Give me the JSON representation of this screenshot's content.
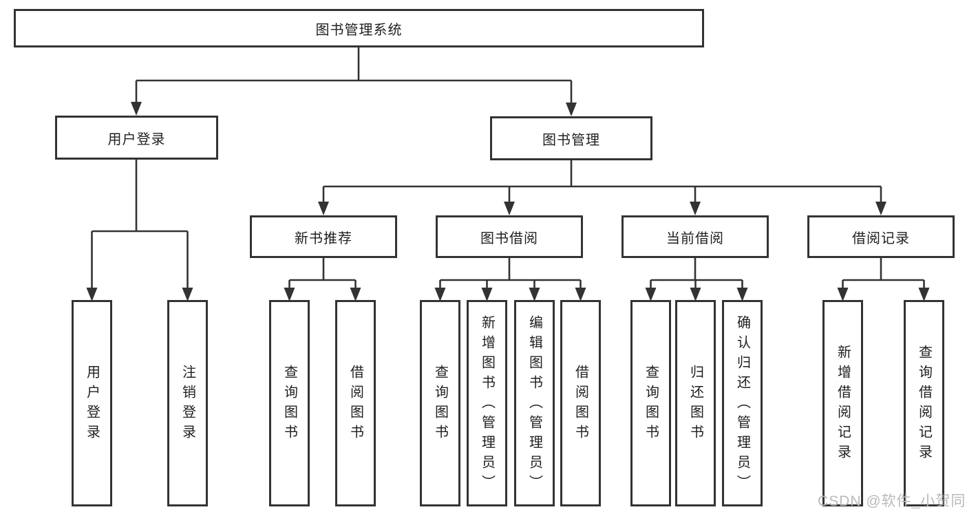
{
  "diagram": {
    "title": "图书管理系统",
    "level2": {
      "user_login": "用户登录",
      "book_mgmt": "图书管理"
    },
    "level3": {
      "new_books": "新书推荐",
      "borrow": "图书借阅",
      "current": "当前借阅",
      "records": "借阅记录"
    },
    "leaves": {
      "user_login": [
        "用户登录",
        "注销登录"
      ],
      "new_books": [
        "查询图书",
        "借阅图书"
      ],
      "borrow": [
        "查询图书",
        "新增图书（管理员）",
        "编辑图书（管理员）",
        "借阅图书"
      ],
      "current": [
        "查询图书",
        "归还图书",
        "确认归还（管理员）"
      ],
      "records": [
        "新增借阅记录",
        "查询借阅记录"
      ]
    }
  },
  "watermark": "CSDN @软件_小贺同学",
  "colors": {
    "line": "#333333",
    "box_border": "#333333",
    "text": "#1f1f1f",
    "watermark": "#b9b9b9",
    "background": "#ffffff"
  }
}
